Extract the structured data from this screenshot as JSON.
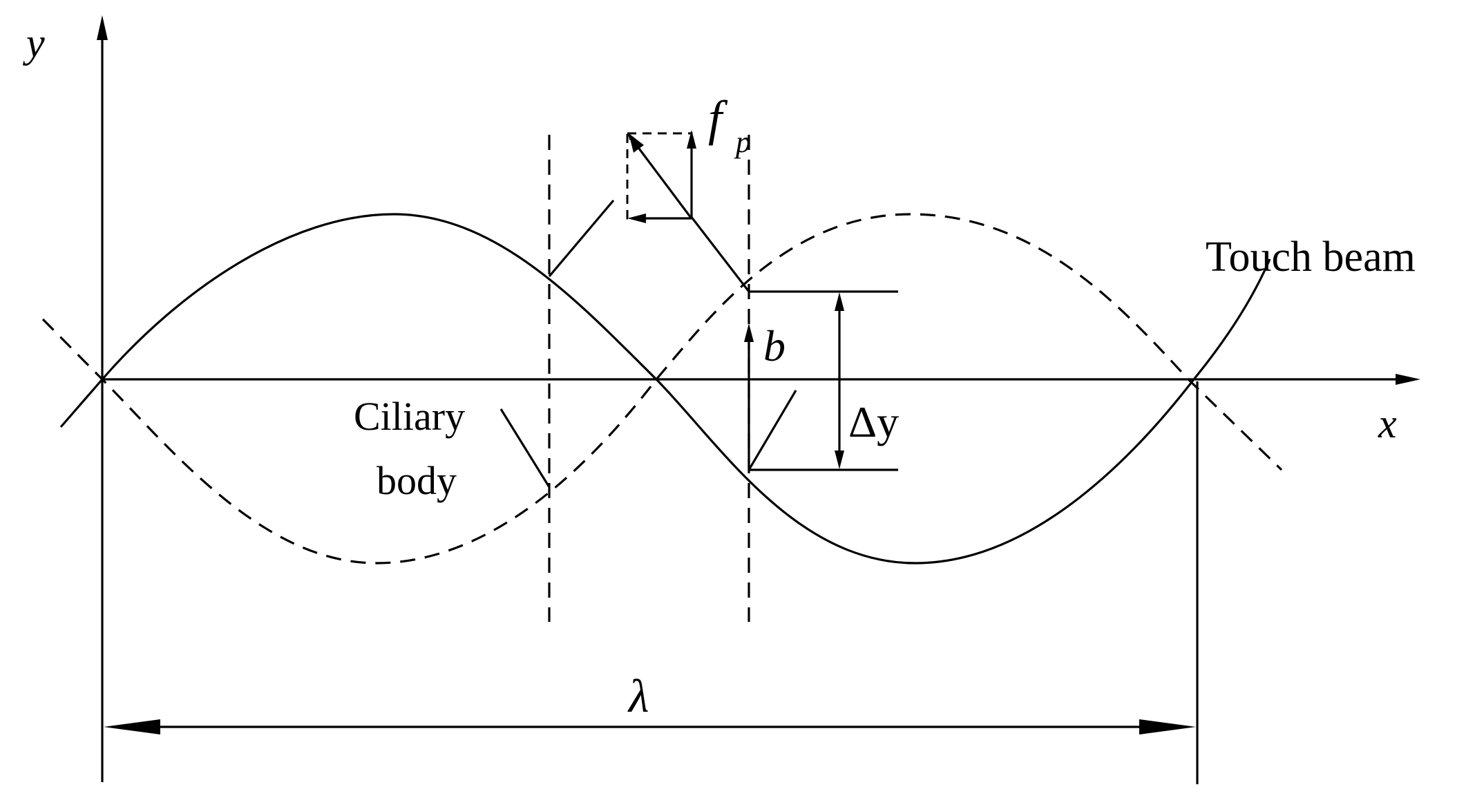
{
  "labels": {
    "y_axis": "y",
    "x_axis": "x",
    "force": "f",
    "force_sub": "p",
    "b": "b",
    "delta_y": "Δy",
    "lambda": "λ",
    "touch_beam": "Touch beam",
    "ciliary_line1": "Ciliary",
    "ciliary_line2": "body"
  }
}
